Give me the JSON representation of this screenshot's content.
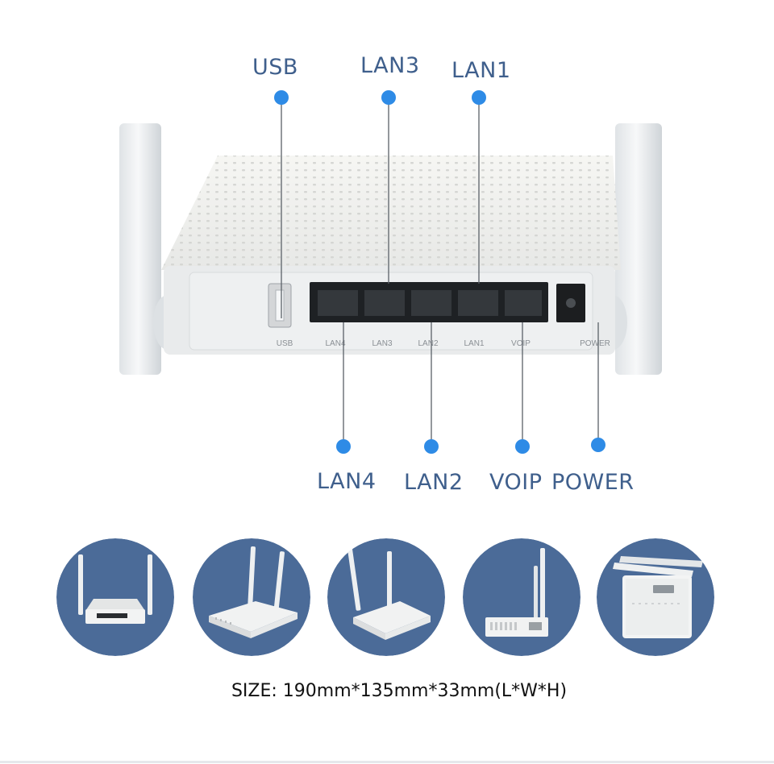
{
  "callouts": {
    "usb": "USB",
    "lan3": "LAN3",
    "lan1": "LAN1",
    "lan4": "LAN4",
    "lan2": "LAN2",
    "voip": "VOIP",
    "power": "POWER"
  },
  "port_labels": [
    "USB",
    "LAN4",
    "LAN3",
    "LAN2",
    "LAN1",
    "VOIP",
    "POWER"
  ],
  "size_text": "SIZE: 190mm*135mm*33mm(L*W*H)",
  "colors": {
    "accent": "#2e8be6",
    "label_text": "#3f5f8c",
    "thumb_bg": "#4b6b98",
    "device_white": "#eef0f1"
  },
  "thumbnails": [
    {
      "view": "back-view"
    },
    {
      "view": "left-angle-view"
    },
    {
      "view": "right-angle-view"
    },
    {
      "view": "side-view"
    },
    {
      "view": "top-view"
    }
  ]
}
